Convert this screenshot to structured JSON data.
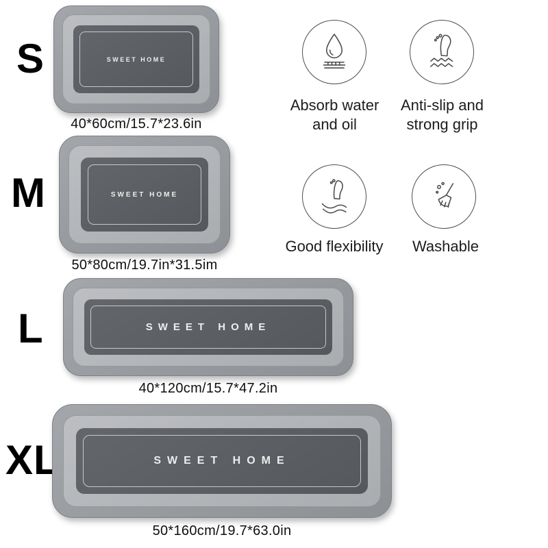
{
  "sizes": [
    {
      "label": "S",
      "dimensions": "40*60cm/15.7*23.6in",
      "mat_text": "SWEET HOME"
    },
    {
      "label": "M",
      "dimensions": "50*80cm/19.7in*31.5im",
      "mat_text": "SWEET HOME"
    },
    {
      "label": "L",
      "dimensions": "40*120cm/15.7*47.2in",
      "mat_text": "SWEET HOME"
    },
    {
      "label": "XL",
      "dimensions": "50*160cm/19.7*63.0in",
      "mat_text": "SWEET HOME"
    }
  ],
  "features": [
    {
      "icon": "water-drop-icon",
      "label": "Absorb water and oil"
    },
    {
      "icon": "anti-slip-foot-icon",
      "label": "Anti-slip and strong grip"
    },
    {
      "icon": "flex-foot-icon",
      "label": "Good flexibility"
    },
    {
      "icon": "broom-icon",
      "label": "Washable"
    }
  ],
  "colors": {
    "mat_outer": "#96999d",
    "mat_mid": "#b4b6b9",
    "mat_center": "#5c5f64",
    "mat_text": "#ededed",
    "icon_stroke": "#4a4a4a",
    "text": "#111111",
    "background": "#ffffff"
  }
}
